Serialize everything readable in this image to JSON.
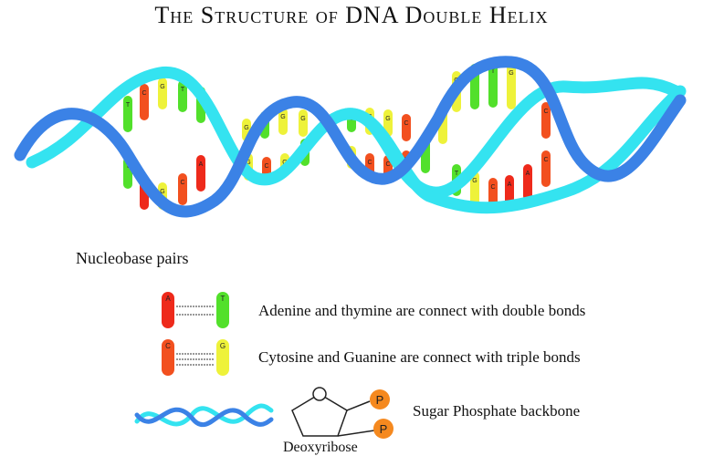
{
  "title": "The Structure of DNA Double Helix",
  "legend": {
    "heading": "Nucleobase pairs",
    "pair_at": {
      "left": "A",
      "right": "T",
      "description": "Adenine and thymine are connect with double bonds"
    },
    "pair_cg": {
      "left": "C",
      "right": "G",
      "description": "Cytosine and Guanine are connect with triple bonds"
    },
    "backbone": {
      "description": "Sugar Phosphate backbone",
      "sugar_label": "Deoxyribose",
      "phosphate_label": "P"
    }
  },
  "colors": {
    "strand_dark": "#3b82e6",
    "strand_light": "#34e3f0",
    "adenine": "#ee2a1b",
    "thymine": "#52e02b",
    "cytosine": "#f2501f",
    "guanine": "#eef23a",
    "phosphate": "#f5891f"
  },
  "rungs": {
    "upper": [
      "T",
      "C",
      "G",
      "T",
      "T",
      "G",
      "T",
      "G",
      "G",
      "T",
      "G",
      "G",
      "C",
      "G",
      "T",
      "T",
      "G"
    ],
    "lower": [
      "T",
      "A",
      "G",
      "C",
      "A",
      "G",
      "C",
      "G",
      "T",
      "G",
      "C",
      "C",
      "T",
      "G",
      "C",
      "A",
      "A",
      "C"
    ],
    "mid": [
      "C",
      "T",
      "G",
      "C"
    ]
  }
}
